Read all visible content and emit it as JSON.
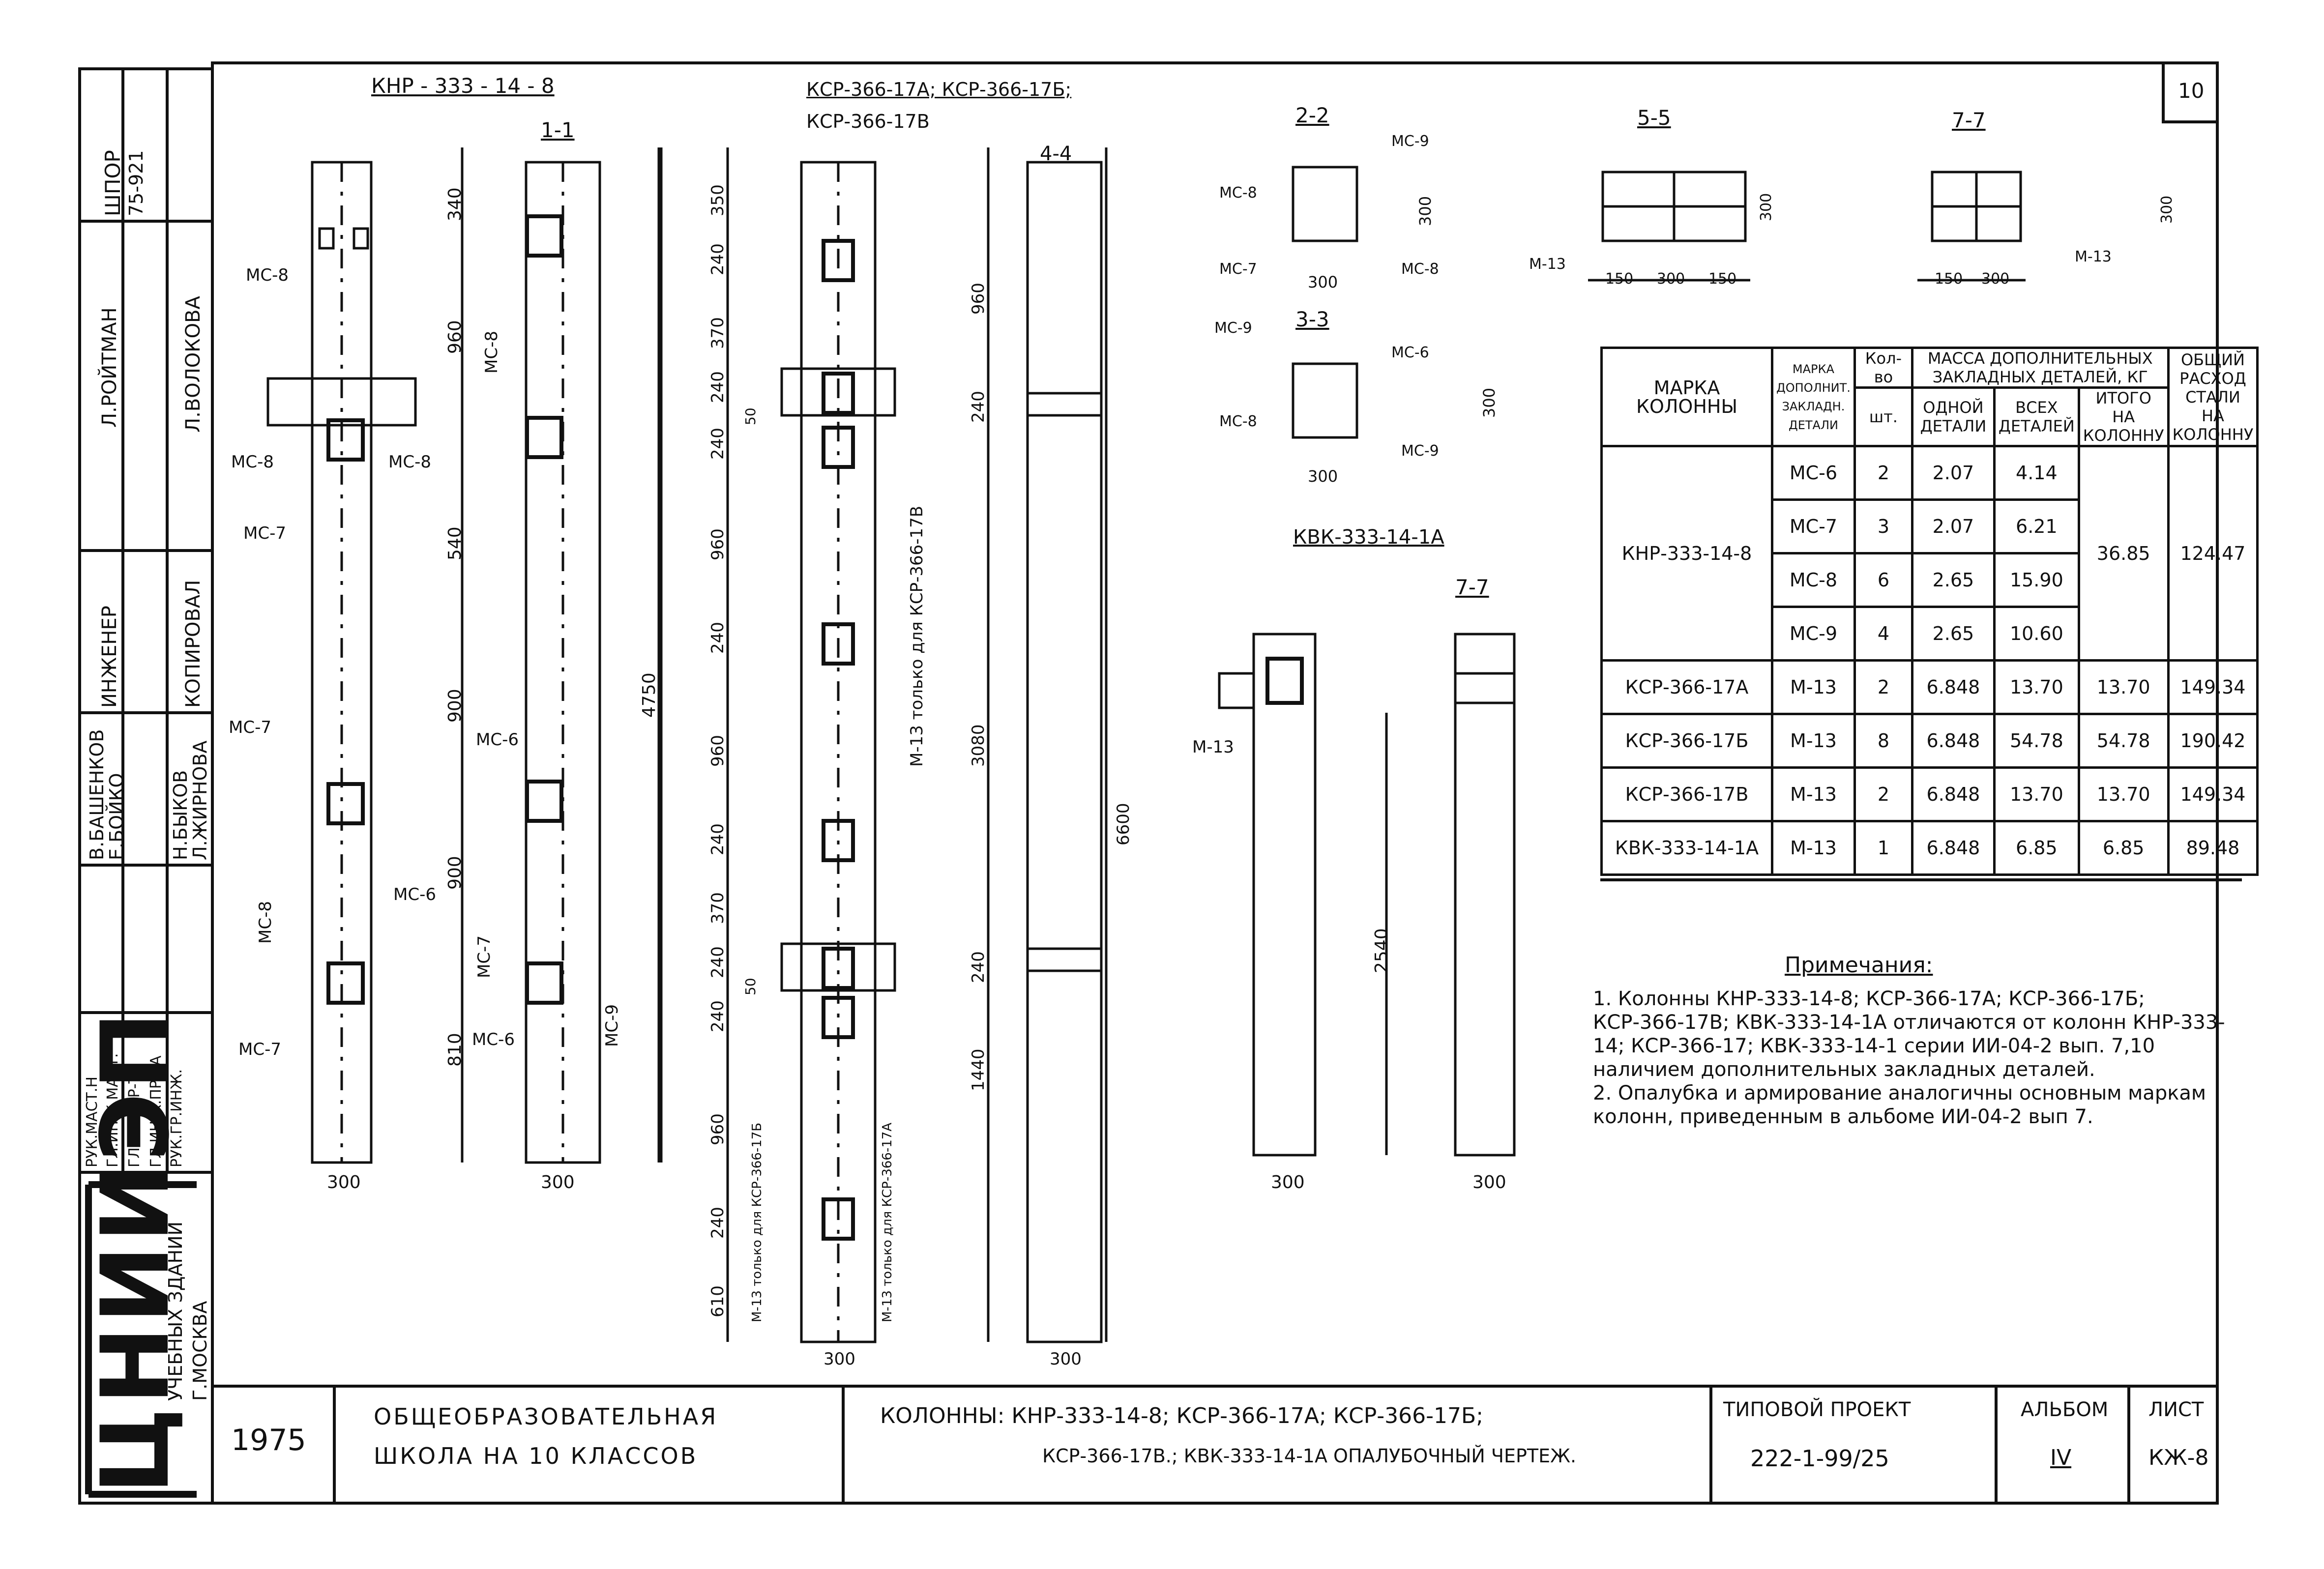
{
  "sheet_number": "10",
  "side_stamp": {
    "code_line1": "ШПОР",
    "code_line2": "75-921",
    "staff": [
      {
        "role": "РУК.МАСТ.Н",
        "name": "В.БАШЕНКОВ"
      },
      {
        "role": "ГЛ.ИНЖ.МАСТ.",
        "name": "Е.БОЙКО"
      },
      {
        "role": "ГЛ.АРХ.ПР-ТА",
        "name": "Л.РОЙТМАН"
      },
      {
        "role": "ГЛ.ИНЖ.ПР-ТА",
        "name": "Н.БЫКОВ"
      },
      {
        "role": "РУК.ГР.ИНЖ.",
        "name": "Л.ЖИРНОВА"
      },
      {
        "role": "ИНЖЕНЕР",
        "name": "Л.ВОЛОКОВА"
      }
    ],
    "copied_label": "КОПИРОВАЛ",
    "org_logo": "ЦНИИЭП",
    "org_line1": "УЧЕБНЫХ ЗДАНИЙ",
    "org_line2": "Г.МОСКВА"
  },
  "views": {
    "knr_title": "КНР - 333 - 14 - 8",
    "ksr_title_line1": "КСР-366-17А; КСР-366-17Б;",
    "ksr_title_line2": "КСР-366-17В",
    "section_1_1": "1-1",
    "section_4_4": "4-4",
    "section_2_2": "2-2",
    "section_3_3": "3-3",
    "section_5_5": "5-5",
    "section_7_7_top": "7-7",
    "kvk_title": "КВК-333-14-1А",
    "section_7_7_kvk": "7-7"
  },
  "labels": {
    "ms6": "МС-6",
    "ms7": "МС-7",
    "ms8": "МС-8",
    "ms9": "МС-9",
    "m13": "М-13",
    "note_vertical_1": "М-13 только для КСР-366-17В",
    "note_vertical_2": "М-13 только для КСР-366-17Б",
    "note_vertical_3": "М-13 только для КСР-366-17А"
  },
  "dimensions": {
    "knr": [
      "340",
      "960",
      "540",
      "900",
      "900",
      "810",
      "4750",
      "300",
      "300"
    ],
    "ksr": [
      "350",
      "240",
      "370",
      "240",
      "240",
      "960",
      "240",
      "960",
      "240",
      "370",
      "240",
      "240",
      "960",
      "240",
      "610",
      "960",
      "240",
      "3080",
      "1440",
      "240",
      "6600",
      "300",
      "300",
      "50",
      "50"
    ],
    "sections": [
      "300",
      "300",
      "300",
      "300",
      "150",
      "300",
      "150",
      "300",
      "150",
      "300",
      "300"
    ],
    "kvk": [
      "2540",
      "300",
      "300"
    ]
  },
  "table": {
    "headers": {
      "mark": "МАРКА КОЛОННЫ",
      "part_mark": "МАРКА ДОПОЛНИТ. ЗАКЛАДН. ДЕТАЛИ",
      "qty": "Кол-во",
      "qty_unit": "шт.",
      "mass_group": "МАССА ДОПОЛНИТЕЛЬНЫХ ЗАКЛАДНЫХ ДЕТАЛЕЙ, КГ",
      "mass_one": "ОДНОЙ ДЕТАЛИ",
      "mass_all": "ВСЕХ ДЕТАЛЕЙ",
      "mass_total": "ИТОГО НА КОЛОННУ",
      "steel_total": "ОБЩИЙ РАСХОД СТАЛИ НА КОЛОННУ"
    },
    "group1": {
      "mark": "КНР-333-14-8",
      "rows": [
        {
          "part": "МС-6",
          "qty": "2",
          "one": "2.07",
          "all": "4.14"
        },
        {
          "part": "МС-7",
          "qty": "3",
          "one": "2.07",
          "all": "6.21"
        },
        {
          "part": "МС-8",
          "qty": "6",
          "one": "2.65",
          "all": "15.90"
        },
        {
          "part": "МС-9",
          "qty": "4",
          "one": "2.65",
          "all": "10.60"
        }
      ],
      "total": "36.85",
      "steel": "124.47"
    },
    "rows": [
      {
        "mark": "КСР-366-17А",
        "part": "М-13",
        "qty": "2",
        "one": "6.848",
        "all": "13.70",
        "total": "13.70",
        "steel": "149.34"
      },
      {
        "mark": "КСР-366-17Б",
        "part": "М-13",
        "qty": "8",
        "one": "6.848",
        "all": "54.78",
        "total": "54.78",
        "steel": "190.42"
      },
      {
        "mark": "КСР-366-17В",
        "part": "М-13",
        "qty": "2",
        "one": "6.848",
        "all": "13.70",
        "total": "13.70",
        "steel": "149.34"
      },
      {
        "mark": "КВК-333-14-1А",
        "part": "М-13",
        "qty": "1",
        "one": "6.848",
        "all": "6.85",
        "total": "6.85",
        "steel": "89.48"
      }
    ]
  },
  "notes": {
    "title": "Примечания:",
    "items": [
      "1. Колонны КНР-333-14-8; КСР-366-17А; КСР-366-17Б; КСР-366-17В; КВК-333-14-1А отличаются от колонн КНР-333-14; КСР-366-17; КВК-333-14-1 серии ИИ-04-2 вып. 7,10 наличием дополнительных закладных деталей.",
      "2. Опалубка и армирование аналогичны основным маркам колонн, приведенным в альбоме ИИ-04-2 вып 7."
    ]
  },
  "title_block": {
    "year": "1975",
    "object_line1": "ОБЩЕОБРАЗОВАТЕЛЬНАЯ",
    "object_line2": "ШКОЛА НА 10 КЛАССОВ",
    "sheet_title_line1": "КОЛОННЫ: КНР-333-14-8; КСР-366-17А; КСР-366-17Б;",
    "sheet_title_line2": "КСР-366-17В.; КВК-333-14-1А ОПАЛУБОЧНЫЙ ЧЕРТЕЖ.",
    "project_label": "ТИПОВОЙ ПРОЕКТ",
    "project_value": "222-1-99/25",
    "album_label": "АЛЬБОМ",
    "album_value": "IV",
    "sheet_label": "ЛИСТ",
    "sheet_value": "КЖ-8"
  }
}
